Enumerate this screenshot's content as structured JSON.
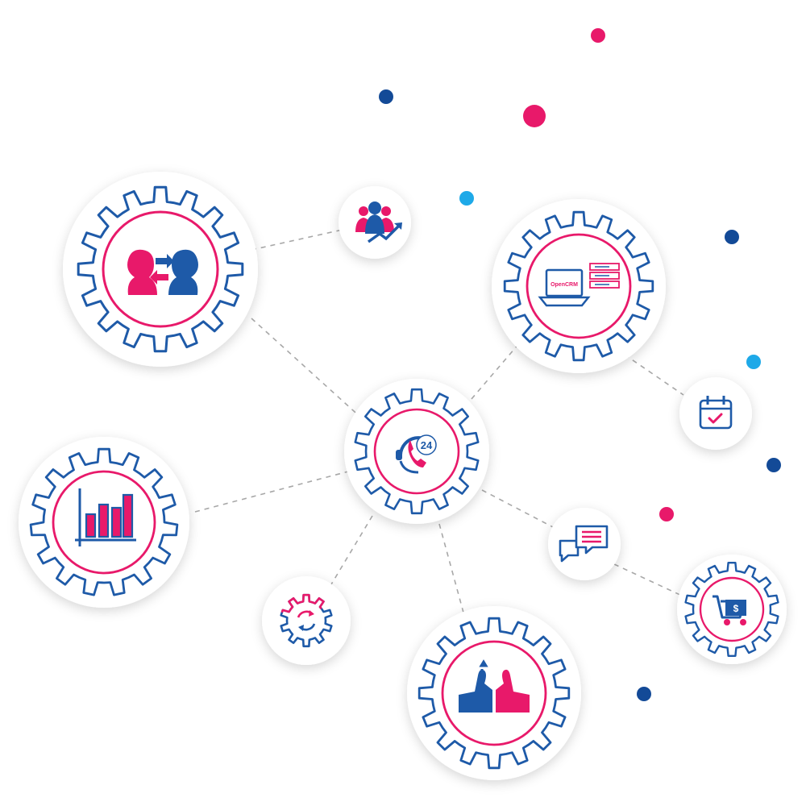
{
  "colors": {
    "blue": "#1e5aa8",
    "pink": "#e8196a",
    "light_blue": "#1ea9e8",
    "navy_dot": "#134a97",
    "connector": "#a8a8a8",
    "node_fill": "#ffffff"
  },
  "hub": {
    "icon": "headset-24-icon",
    "badge_text": "24"
  },
  "gear_nodes": [
    {
      "id": "customer-exchange",
      "icon": "customer-exchange-icon"
    },
    {
      "id": "laptop-servers",
      "icon": "laptop-servers-icon",
      "screen_label": "OpenCRM"
    },
    {
      "id": "bar-chart",
      "icon": "bar-chart-icon"
    },
    {
      "id": "thumbs-up",
      "icon": "thumbs-up-wrench-icon"
    }
  ],
  "small_nodes": [
    {
      "id": "team-growth",
      "icon": "team-growth-icon"
    },
    {
      "id": "calendar",
      "icon": "calendar-check-icon"
    },
    {
      "id": "chat",
      "icon": "chat-bubbles-icon"
    },
    {
      "id": "gear-sync",
      "icon": "gear-sync-icon"
    },
    {
      "id": "shopping-cart",
      "icon": "shopping-cart-dollar-icon",
      "symbol": "$"
    }
  ]
}
